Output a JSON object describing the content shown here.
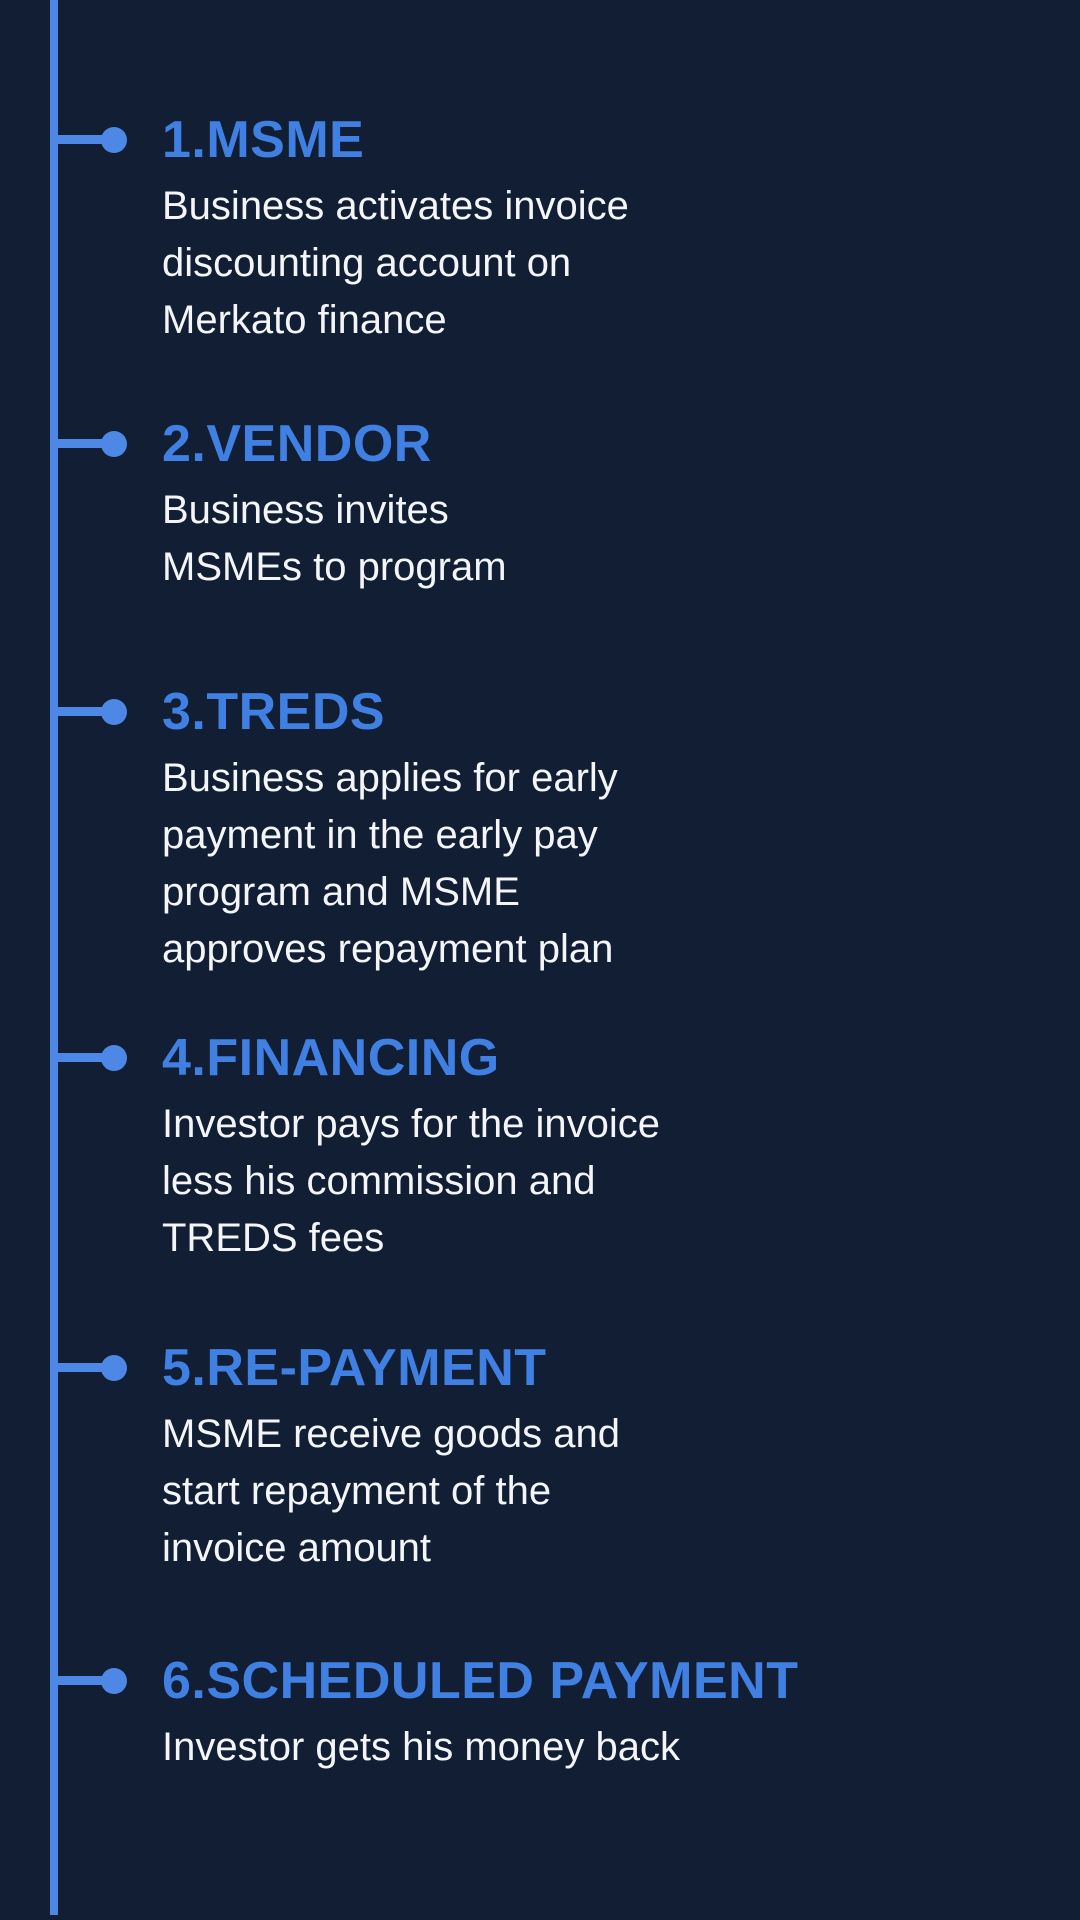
{
  "theme": {
    "background": "#111e34",
    "accent": "#4e88e6",
    "heading_color": "#3f80e2",
    "body_color": "#f3f5f8"
  },
  "timeline": {
    "steps": [
      {
        "title": "1.MSME",
        "lines": [
          "Business activates invoice",
          "discounting account on",
          "Merkato finance"
        ]
      },
      {
        "title": "2.VENDOR",
        "lines": [
          "Business invites",
          "MSMEs to program"
        ]
      },
      {
        "title": "3.TREDS",
        "lines": [
          "Business applies for early",
          "payment in the early pay",
          "program and MSME",
          "approves repayment plan"
        ]
      },
      {
        "title": "4.FINANCING",
        "lines": [
          "Investor pays for the invoice",
          "less his commission and",
          "TREDS fees"
        ]
      },
      {
        "title": "5.RE-PAYMENT",
        "lines": [
          "MSME receive goods and",
          "start repayment of the",
          "invoice amount"
        ]
      },
      {
        "title": "6.SCHEDULED PAYMENT",
        "lines": [
          "Investor gets his money back"
        ]
      }
    ]
  }
}
